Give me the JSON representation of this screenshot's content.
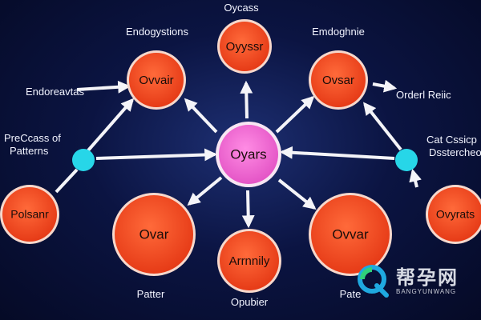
{
  "diagram": {
    "nodes": {
      "center": {
        "label": "Oyars"
      },
      "top": {
        "label": "Oyyssr"
      },
      "upper_left": {
        "label": "Ovvair"
      },
      "upper_right": {
        "label": "Ovsar"
      },
      "left": {
        "label": "Polsanr"
      },
      "right": {
        "label": "Ovyrats"
      },
      "lower_left": {
        "label": "Ovar"
      },
      "lower_right": {
        "label": "Ovvar"
      },
      "bottom": {
        "label": "Arrnnily"
      }
    },
    "labels": {
      "top": "Oycass",
      "upper_left": "Endogystions",
      "upper_right": "Emdoghnie",
      "far_left_upper": "Endoreavtas",
      "right_upper": "Orderl Reiic",
      "left_middle_line1": "PreCcass of",
      "left_middle_line2": "Patterns",
      "right_middle_line1": "Cat Cssicp",
      "right_middle_line2": "Dsstercheos",
      "bottom_left": "Patter",
      "bottom_center": "Opubier",
      "bottom_right": "Pate"
    },
    "colors": {
      "outer_node": "#f2502a",
      "outer_node_ring": "#f6d8cc",
      "center_node": "#f36fd6",
      "center_node_ring": "#f7e6f3",
      "connector_dot": "#27d6e8",
      "arrow": "#f4f4f8",
      "background": "#0b1442"
    }
  },
  "watermark": {
    "main_text": "帮孕网",
    "sub_text": "BANGYUNWANG",
    "icon": "q-logo-icon"
  }
}
